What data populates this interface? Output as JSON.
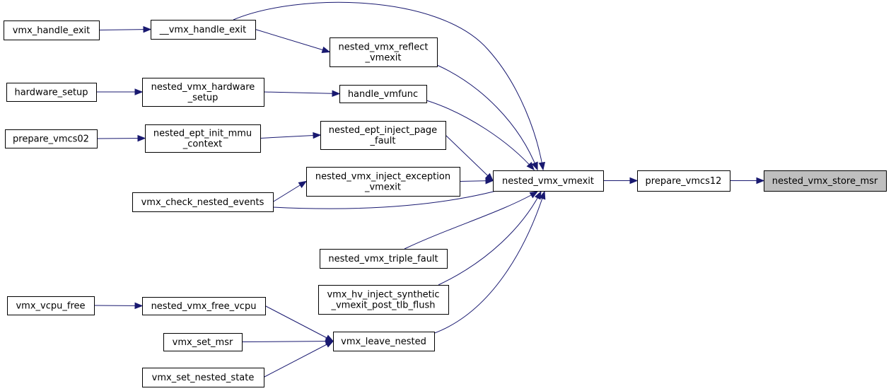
{
  "graph": {
    "title": "",
    "nodes": [
      {
        "id": "n_store_msr",
        "lines": [
          "nested_vmx_store_msr"
        ],
        "focus": true
      },
      {
        "id": "n_prepare12",
        "lines": [
          "prepare_vmcs12"
        ]
      },
      {
        "id": "n_vmexit",
        "lines": [
          "nested_vmx_vmexit"
        ]
      },
      {
        "id": "n_vmx_handle_exit",
        "lines": [
          "vmx_handle_exit"
        ]
      },
      {
        "id": "n___vmx_handle_exit",
        "lines": [
          "__vmx_handle_exit"
        ]
      },
      {
        "id": "n_reflect",
        "lines": [
          "nested_vmx_reflect",
          "_vmexit"
        ]
      },
      {
        "id": "n_hw_setup",
        "lines": [
          "hardware_setup"
        ]
      },
      {
        "id": "n_nested_hw_setup",
        "lines": [
          "nested_vmx_hardware",
          "_setup"
        ]
      },
      {
        "id": "n_vmfunc",
        "lines": [
          "handle_vmfunc"
        ]
      },
      {
        "id": "n_prepare02",
        "lines": [
          "prepare_vmcs02"
        ]
      },
      {
        "id": "n_ept_init",
        "lines": [
          "nested_ept_init_mmu",
          "_context"
        ]
      },
      {
        "id": "n_ept_inject",
        "lines": [
          "nested_ept_inject_page",
          "_fault"
        ]
      },
      {
        "id": "n_inject_exc",
        "lines": [
          "nested_vmx_inject_exception",
          "_vmexit"
        ]
      },
      {
        "id": "n_check_events",
        "lines": [
          "vmx_check_nested_events"
        ]
      },
      {
        "id": "n_triple",
        "lines": [
          "nested_vmx_triple_fault"
        ]
      },
      {
        "id": "n_hv_inject",
        "lines": [
          "vmx_hv_inject_synthetic",
          "_vmexit_post_tlb_flush"
        ]
      },
      {
        "id": "n_vcpu_free",
        "lines": [
          "vmx_vcpu_free"
        ]
      },
      {
        "id": "n_nested_free",
        "lines": [
          "nested_vmx_free_vcpu"
        ]
      },
      {
        "id": "n_set_msr",
        "lines": [
          "vmx_set_msr"
        ]
      },
      {
        "id": "n_leave",
        "lines": [
          "vmx_leave_nested"
        ]
      },
      {
        "id": "n_set_state",
        "lines": [
          "vmx_set_nested_state"
        ]
      }
    ],
    "edges": [
      {
        "from": "n_prepare12",
        "to": "n_store_msr"
      },
      {
        "from": "n_vmexit",
        "to": "n_prepare12"
      },
      {
        "from": "n___vmx_handle_exit",
        "to": "n_vmexit"
      },
      {
        "from": "n_reflect",
        "to": "n_vmexit"
      },
      {
        "from": "n_vmfunc",
        "to": "n_vmexit"
      },
      {
        "from": "n_ept_inject",
        "to": "n_vmexit"
      },
      {
        "from": "n_inject_exc",
        "to": "n_vmexit"
      },
      {
        "from": "n_check_events",
        "to": "n_vmexit"
      },
      {
        "from": "n_triple",
        "to": "n_vmexit"
      },
      {
        "from": "n_hv_inject",
        "to": "n_vmexit"
      },
      {
        "from": "n_leave",
        "to": "n_vmexit"
      },
      {
        "from": "n_vmx_handle_exit",
        "to": "n___vmx_handle_exit"
      },
      {
        "from": "n___vmx_handle_exit",
        "to": "n_reflect"
      },
      {
        "from": "n_hw_setup",
        "to": "n_nested_hw_setup"
      },
      {
        "from": "n_nested_hw_setup",
        "to": "n_vmfunc"
      },
      {
        "from": "n_prepare02",
        "to": "n_ept_init"
      },
      {
        "from": "n_ept_init",
        "to": "n_ept_inject"
      },
      {
        "from": "n_check_events",
        "to": "n_inject_exc"
      },
      {
        "from": "n_vcpu_free",
        "to": "n_nested_free"
      },
      {
        "from": "n_nested_free",
        "to": "n_leave"
      },
      {
        "from": "n_set_msr",
        "to": "n_leave"
      },
      {
        "from": "n_set_state",
        "to": "n_leave"
      }
    ]
  }
}
